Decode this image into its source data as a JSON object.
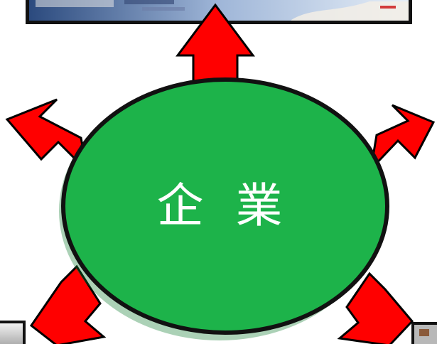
{
  "diagram": {
    "hub": {
      "label": "企 業",
      "fill": "#1db34a",
      "stroke": "#111111"
    },
    "arrows": {
      "fill": "#ff0000",
      "stroke": "#000000",
      "directions": [
        "up",
        "up-left",
        "up-right",
        "down-left",
        "down-right"
      ]
    },
    "thumbnails": [
      {
        "position": "top",
        "visible_text": ""
      },
      {
        "position": "bottom-left",
        "visible_text": ""
      },
      {
        "position": "bottom-right",
        "visible_text": ""
      }
    ]
  }
}
